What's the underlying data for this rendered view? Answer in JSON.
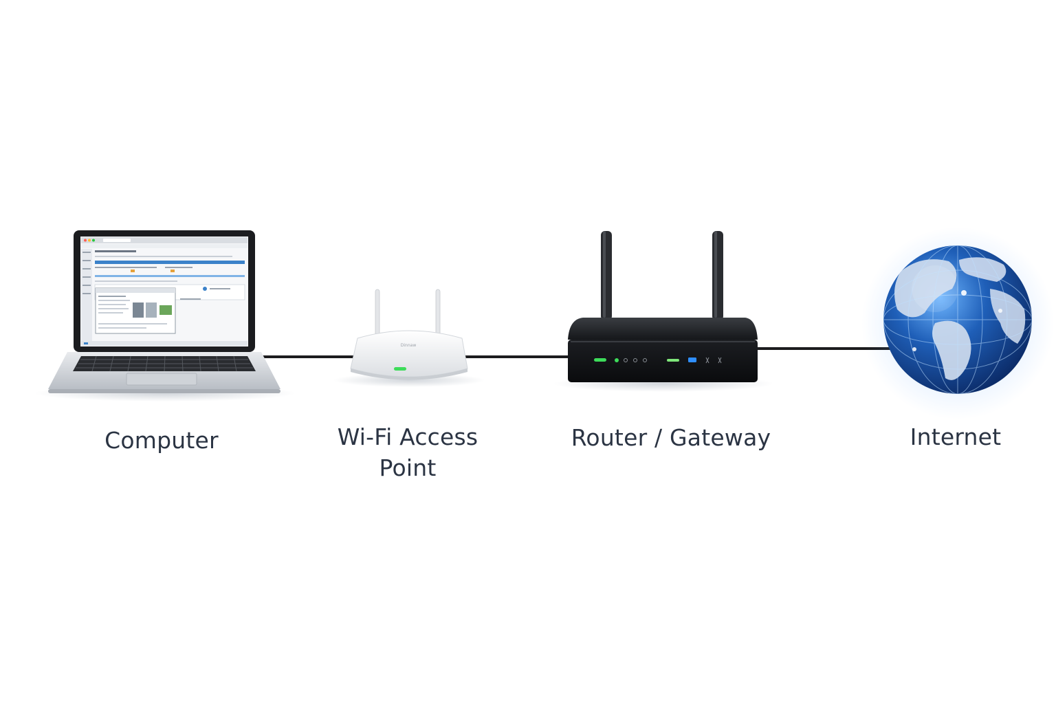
{
  "nodes": {
    "computer": {
      "label": "Computer"
    },
    "access_point": {
      "label": "Wi-Fi Access Point",
      "brand": "Dinnaw"
    },
    "router": {
      "label": "Router / Gateway"
    },
    "internet": {
      "label": "Internet"
    }
  },
  "colors": {
    "label_text": "#2b3443",
    "cable": "#1c1c1e",
    "led_green": "#3ddc5a",
    "led_blue": "#2f8fff",
    "globe_blue": "#1f5fb8"
  },
  "icons": [
    "laptop-icon",
    "wifi-access-point-icon",
    "router-icon",
    "globe-icon"
  ]
}
